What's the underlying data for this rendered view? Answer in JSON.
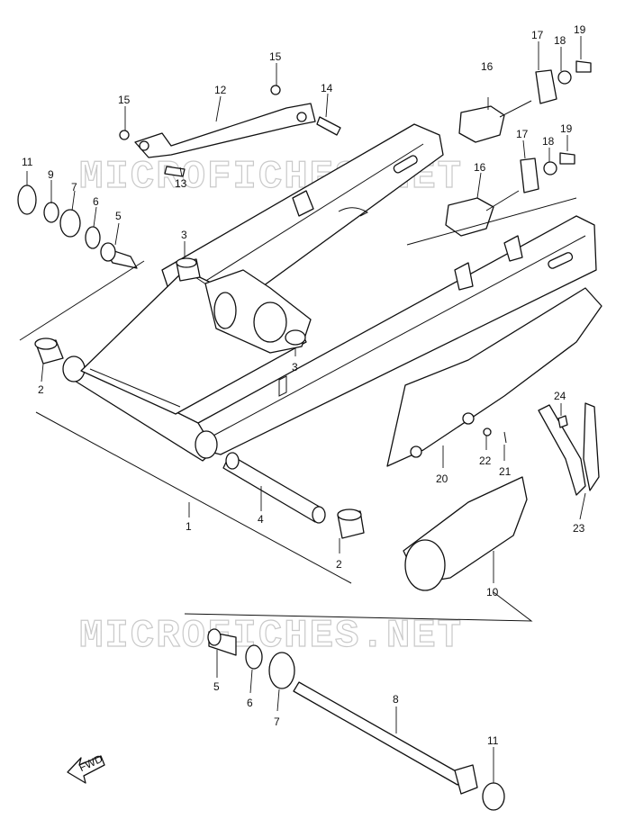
{
  "watermark": "MICROFICHES.NET",
  "fwd_label": "FWD",
  "callouts": {
    "c1": "1",
    "c2a": "2",
    "c2b": "2",
    "c3a": "3",
    "c3b": "3",
    "c4": "4",
    "c5a": "5",
    "c5b": "5",
    "c6a": "6",
    "c6b": "6",
    "c7a": "7",
    "c7b": "7",
    "c8": "8",
    "c9": "9",
    "c10": "10",
    "c11a": "11",
    "c11b": "11",
    "c12": "12",
    "c13": "13",
    "c14": "14",
    "c15a": "15",
    "c15b": "15",
    "c16a": "16",
    "c16b": "16",
    "c17a": "17",
    "c17b": "17",
    "c18a": "18",
    "c18b": "18",
    "c19a": "19",
    "c19b": "19",
    "c20": "20",
    "c21": "21",
    "c22": "22",
    "c23": "23",
    "c24": "24"
  }
}
